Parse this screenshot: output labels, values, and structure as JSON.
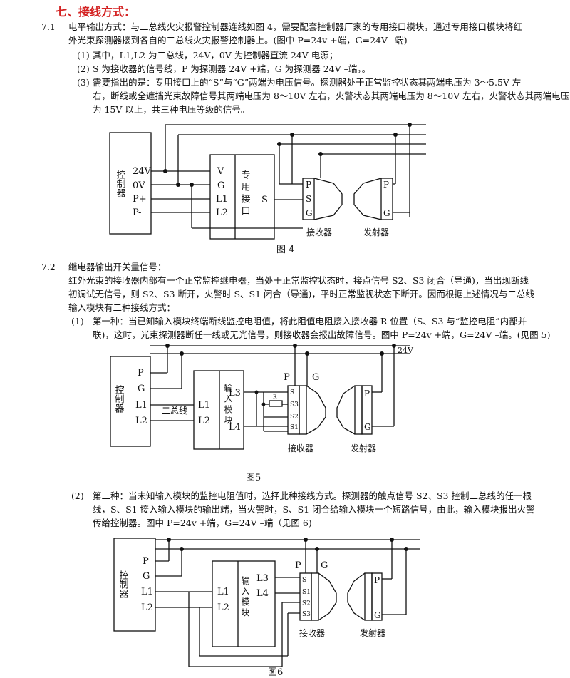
{
  "heading": "七、接线方式：",
  "s71": {
    "num": "7.1",
    "lines": [
      "电平输出方式：与二总线火灾报警控制器连线如图 4，需要配套控制器厂家的专用接口模块，通过专用接口模块将红",
      "外光束探测器接到各自的二总线火灾报警控制器上。(图中 P=24v +端，G=24V  –端)"
    ],
    "items": [
      {
        "n": "(1)",
        "text": "其中，L1,L2 为二总线，24V，0V 为控制器直流 24V 电源；"
      },
      {
        "n": "(2)",
        "text": "S 为接收器的信号线，P 为探测器 24V +端，G 为探测器 24V –端，。"
      },
      {
        "n": "(3)",
        "text": "需要指出的是：专用接口上的“S”与“G”两端为电压信号。探测器处于正常监控状态其两端电压为 3～5.5V 左"
      }
    ],
    "item3_cont": [
      "右，断线或全遮挡光束故障信号其两端电压为 8～10V 左右，火警状态其两端电压为 8～10V 左右，火警状态其两端电压",
      "为 15V 以上，共三种电压等级的信号。"
    ]
  },
  "fig4": {
    "controller": "控制器",
    "terminals": [
      "24V",
      "0V",
      "P+",
      "P-"
    ],
    "module_left": [
      "V",
      "G",
      "L1",
      "L2"
    ],
    "module_right": "专用接口",
    "module_s": "S",
    "receiver_pins": [
      "P",
      "S",
      "G"
    ],
    "emitter_pins": [
      "P",
      "G"
    ],
    "receiver_label": "接收器",
    "emitter_label": "发射器",
    "caption": "图 4"
  },
  "s72": {
    "num": "7.2",
    "title": "继电器输出开关量信号：",
    "lines": [
      "红外光束的接收器内部有一个正常监控继电器，当处于正常监控状态时，接点信号 S2、S3 闭合（导通)，当出现断线",
      "初调试无信号，则 S2、S3 断开，火警时 S、S1 闭合（导通)，平时正常监视状态下断开。因而根据上述情况与二总线",
      "输入模块有二种接线方式："
    ],
    "item1": {
      "n": "(1)",
      "lines": [
        "第一种：当已知输入模块终端断线监控电阻值，将此阻值电阻接入接收器 R 位置（S、S3 与“监控电阻”内部并",
        "联)，这时，光束探测器断任一线或无光信号，则接收器会报出故障信号。图中 P=24v +端，G=24V –端。(见图 5)"
      ]
    },
    "item2": {
      "n": "(2)",
      "lines": [
        "第二种：当未知输入模块的监控电阻值时，选择此种接线方式。探测器的触点信号 S2、S3 控制二总线的任一根",
        "线，S、S1 接入输入模块的输出端，当火警时，S、S1 闭合给输入模块一个短路信号，由此，输入模块报出火警",
        "传给控制器。图中 P=24v +端，G=24V –端（见图 6)"
      ]
    }
  },
  "fig5": {
    "label_24v": "24V",
    "controller": "控制器",
    "terminals": [
      "P",
      "G",
      "L1",
      "L2"
    ],
    "bus_label": "二总线",
    "module_left": [
      "L1",
      "L2"
    ],
    "module_title": "输入模块",
    "module_right": [
      "L3",
      "L4"
    ],
    "resistor": "R",
    "receiver_pins": [
      "S",
      "S3",
      "S2",
      "S1"
    ],
    "p_label": "P",
    "g_label": "G",
    "emitter_pins": [
      "P",
      "G"
    ],
    "receiver_label": "接收器",
    "emitter_label": "发射器",
    "caption": "图5"
  },
  "fig6": {
    "controller": "控制器",
    "terminals": [
      "P",
      "G",
      "L1",
      "L2"
    ],
    "module_left": [
      "L1",
      "L2"
    ],
    "module_title": "输入模块",
    "module_right": [
      "L3",
      "L4"
    ],
    "receiver_pins": [
      "S",
      "S1",
      "S2",
      "S3"
    ],
    "p_label": "P",
    "g_label": "G",
    "emitter_pins": [
      "P",
      "G"
    ],
    "receiver_label": "接收器",
    "emitter_label": "发射器",
    "caption": "图6"
  }
}
